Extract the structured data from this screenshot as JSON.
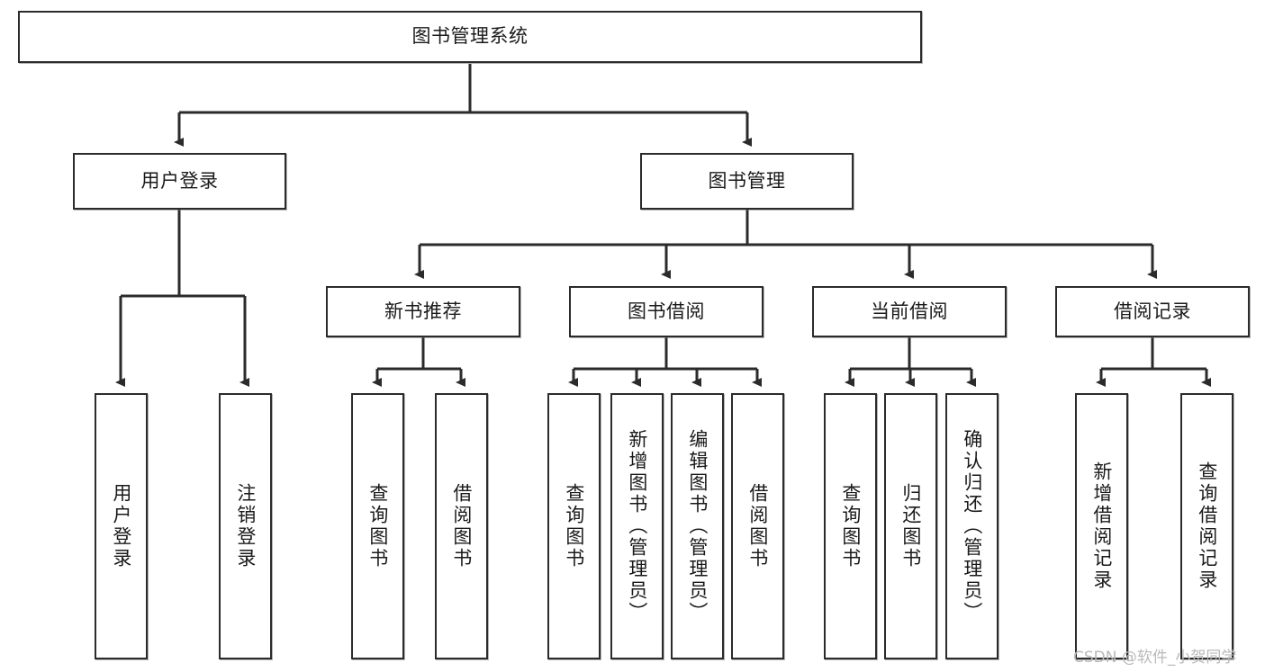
{
  "diagram": {
    "type": "tree",
    "title": "图书管理系统",
    "orientation": "top-down",
    "style": {
      "box_border_color": "#2b2b2b",
      "box_fill_color": "#ffffff",
      "edge_color": "#2b2b2b",
      "text_color": "#1a1a1a",
      "background_color": "#ffffff"
    },
    "nodes": {
      "root": {
        "label": "图书管理系统",
        "level": 0,
        "text_direction": "horizontal"
      },
      "n_user_login": {
        "label": "用户登录",
        "level": 1,
        "text_direction": "horizontal"
      },
      "n_book_manage": {
        "label": "图书管理",
        "level": 1,
        "text_direction": "horizontal"
      },
      "n_new_book_rec": {
        "label": "新书推荐",
        "level": 2,
        "text_direction": "horizontal"
      },
      "n_book_borrow": {
        "label": "图书借阅",
        "level": 2,
        "text_direction": "horizontal"
      },
      "n_current_borrow": {
        "label": "当前借阅",
        "level": 2,
        "text_direction": "horizontal"
      },
      "n_borrow_record": {
        "label": "借阅记录",
        "level": 2,
        "text_direction": "horizontal"
      },
      "l_user_login": {
        "label": "用户登录",
        "level": 3,
        "text_direction": "vertical"
      },
      "l_user_logout": {
        "label": "注销登录",
        "level": 3,
        "text_direction": "vertical"
      },
      "l_query_book_1": {
        "label": "查询图书",
        "level": 3,
        "text_direction": "vertical"
      },
      "l_borrow_book_1": {
        "label": "借阅图书",
        "level": 3,
        "text_direction": "vertical"
      },
      "l_query_book_2": {
        "label": "查询图书",
        "level": 3,
        "text_direction": "vertical"
      },
      "l_add_book": {
        "label": "新增图书（管理员）",
        "level": 3,
        "text_direction": "vertical"
      },
      "l_edit_book": {
        "label": "编辑图书（管理员）",
        "level": 3,
        "text_direction": "vertical"
      },
      "l_borrow_book_2": {
        "label": "借阅图书",
        "level": 3,
        "text_direction": "vertical"
      },
      "l_query_book_3": {
        "label": "查询图书",
        "level": 3,
        "text_direction": "vertical"
      },
      "l_return_book": {
        "label": "归还图书",
        "level": 3,
        "text_direction": "vertical"
      },
      "l_confirm_return": {
        "label": "确认归还（管理员）",
        "level": 3,
        "text_direction": "vertical"
      },
      "l_add_record": {
        "label": "新增借阅记录",
        "level": 3,
        "text_direction": "vertical"
      },
      "l_query_record": {
        "label": "查询借阅记录",
        "level": 3,
        "text_direction": "vertical"
      }
    },
    "edges": [
      {
        "from": "root",
        "to": "n_user_login"
      },
      {
        "from": "root",
        "to": "n_book_manage"
      },
      {
        "from": "n_user_login",
        "to": "l_user_login"
      },
      {
        "from": "n_user_login",
        "to": "l_user_logout"
      },
      {
        "from": "n_book_manage",
        "to": "n_new_book_rec"
      },
      {
        "from": "n_book_manage",
        "to": "n_book_borrow"
      },
      {
        "from": "n_book_manage",
        "to": "n_current_borrow"
      },
      {
        "from": "n_book_manage",
        "to": "n_borrow_record"
      },
      {
        "from": "n_new_book_rec",
        "to": "l_query_book_1"
      },
      {
        "from": "n_new_book_rec",
        "to": "l_borrow_book_1"
      },
      {
        "from": "n_book_borrow",
        "to": "l_query_book_2"
      },
      {
        "from": "n_book_borrow",
        "to": "l_add_book"
      },
      {
        "from": "n_book_borrow",
        "to": "l_edit_book"
      },
      {
        "from": "n_book_borrow",
        "to": "l_borrow_book_2"
      },
      {
        "from": "n_current_borrow",
        "to": "l_query_book_3"
      },
      {
        "from": "n_current_borrow",
        "to": "l_return_book"
      },
      {
        "from": "n_current_borrow",
        "to": "l_confirm_return"
      },
      {
        "from": "n_borrow_record",
        "to": "l_add_record"
      },
      {
        "from": "n_borrow_record",
        "to": "l_query_record"
      }
    ]
  },
  "watermark": {
    "text": "CSDN @软件_小贺同学"
  }
}
